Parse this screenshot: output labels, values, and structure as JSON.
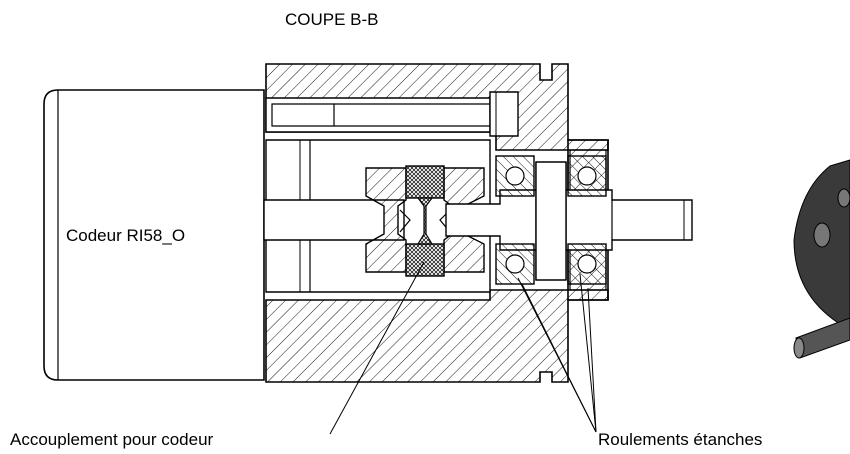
{
  "drawing": {
    "section_title": "COUPE B-B",
    "encoder_label": "Codeur RI58_O",
    "coupling_label": "Accouplement pour codeur",
    "bearings_label": "Roulements étanches"
  }
}
